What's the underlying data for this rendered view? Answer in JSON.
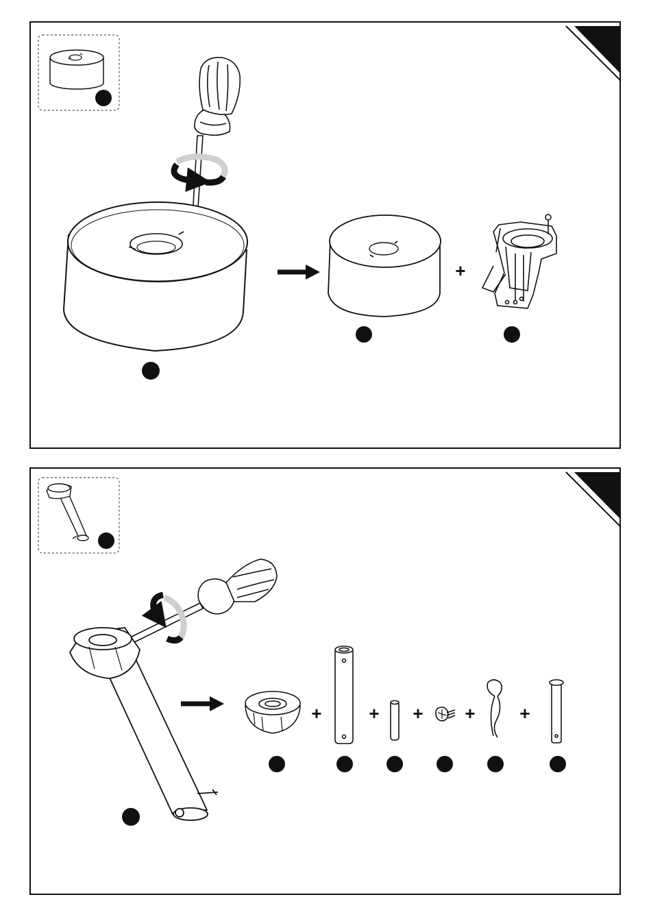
{
  "colors": {
    "ink": "#111111",
    "paper": "#ffffff",
    "callout": "#111111",
    "rotation_band": "#cfcfcf"
  },
  "step_one": {
    "detail_icon": "base-cover-icon",
    "tool_icon": "screwdriver-icon",
    "rotation_icon": "rotate-arrow-icon",
    "arrow_icon": "right-arrow-icon",
    "parts": [
      "base-cover",
      "mounting-bracket"
    ],
    "callout_count": 4,
    "plus_signs": [
      "+"
    ]
  },
  "step_two": {
    "detail_icon": "downrod-icon",
    "tool_icon": "screwdriver-icon",
    "rotation_icon": "rotate-arrow-icon",
    "arrow_icon": "right-arrow-icon",
    "parts": [
      "canopy-ball",
      "downrod",
      "pin",
      "screw",
      "clip",
      "clevis-pin"
    ],
    "callout_count": 8,
    "plus_signs": [
      "+",
      "+",
      "+",
      "+",
      "+"
    ]
  }
}
